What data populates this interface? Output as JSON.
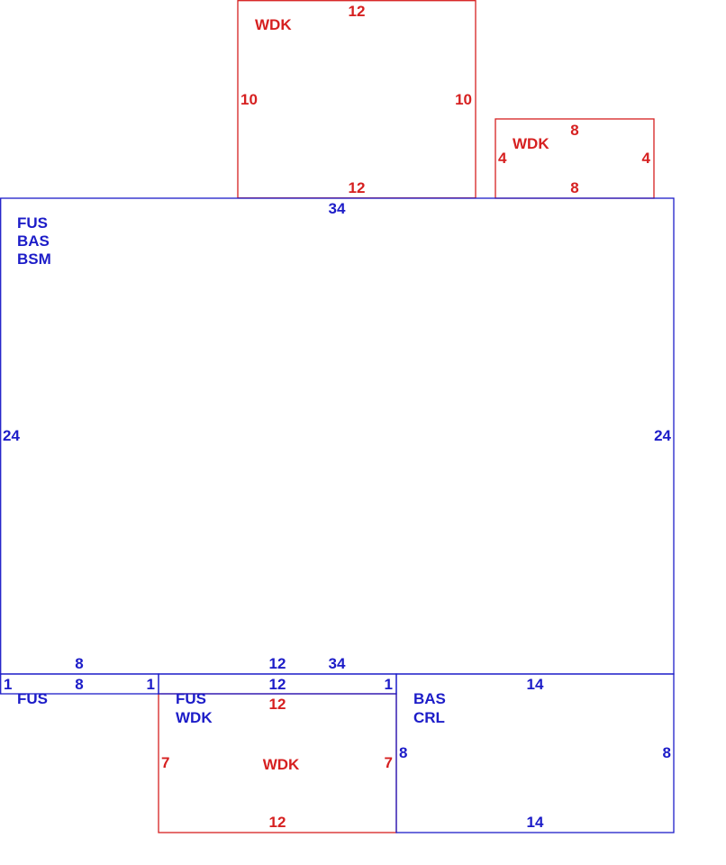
{
  "colors": {
    "main": "#1c1cc8",
    "deck": "#d62020"
  },
  "areas": {
    "top_deck": {
      "code": "WDK",
      "top": "12",
      "bottom": "12",
      "left": "10",
      "right": "10"
    },
    "side_deck": {
      "code": "WDK",
      "top": "8",
      "bottom": "8",
      "left": "4",
      "right": "4"
    },
    "main_house": {
      "codes": [
        "FUS",
        "BAS",
        "BSM"
      ],
      "top": "34",
      "bottom": "34",
      "left": "24",
      "right": "24",
      "inner_bottom_left": "8",
      "inner_bottom_mid": "12"
    },
    "left_strip": {
      "code": "FUS",
      "length": "8",
      "left_end": "1",
      "right_end": "1"
    },
    "center_strip": {
      "codes": [
        "FUS",
        "WDK"
      ],
      "length": "12",
      "right_end": "1"
    },
    "bottom_deck": {
      "code": "WDK",
      "top": "12",
      "bottom": "12",
      "left": "7",
      "right": "7"
    },
    "crawl": {
      "codes": [
        "BAS",
        "CRL"
      ],
      "top": "14",
      "bottom": "14",
      "left": "8",
      "right": "8"
    }
  }
}
